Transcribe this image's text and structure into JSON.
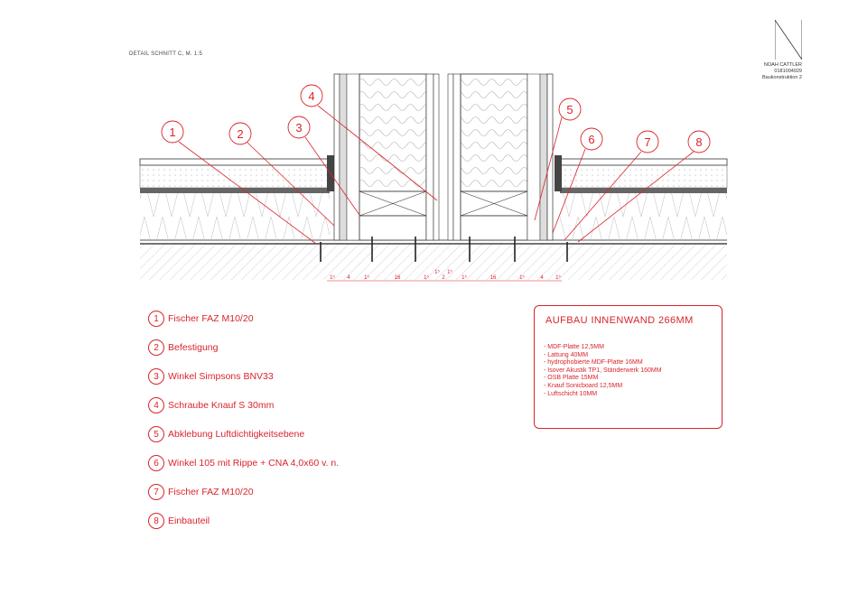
{
  "header": {
    "title": "DETAIL SCHNITT C, M. 1:5",
    "author_name": "NOAH CATTLER",
    "author_id": "0181004029",
    "course": "Baukonstruktion 2"
  },
  "callouts": [
    "1",
    "2",
    "3",
    "4",
    "5",
    "6",
    "7",
    "8"
  ],
  "dimensions": [
    "1⁵",
    "4",
    "1⁵",
    "16",
    "1⁵",
    "1⁵",
    "2",
    "1⁵",
    "1⁵",
    "16",
    "1⁵",
    "4",
    "1⁵"
  ],
  "legend": [
    {
      "num": "1",
      "label": "Fischer FAZ M10/20"
    },
    {
      "num": "2",
      "label": "Befestigung"
    },
    {
      "num": "3",
      "label": "Winkel Simpsons BNV33"
    },
    {
      "num": "4",
      "label": "Schraube Knauf S 30mm"
    },
    {
      "num": "5",
      "label": "Abklebung Luftdichtigkeitsebene"
    },
    {
      "num": "6",
      "label": "Winkel 105 mit Rippe + CNA 4,0x60 v. n."
    },
    {
      "num": "7",
      "label": "Fischer FAZ M10/20"
    },
    {
      "num": "8",
      "label": "Einbauteil"
    }
  ],
  "aufbau": {
    "title": "AUFBAU INNENWAND 266MM",
    "items": [
      "- MDF-Platte 12,5MM",
      "- Lattung 40MM",
      "- hydrophobierte MDF-Platte 16MM",
      "- Isover Akustik TP1, Ständerwerk 160MM",
      "- OSB Platte 15MM",
      "- Knauf Sonicboard 12,5MM",
      "- Luftschicht 10MM"
    ]
  },
  "colors": {
    "accent": "#d9242b",
    "line": "#333333",
    "hatch": "#999999"
  }
}
